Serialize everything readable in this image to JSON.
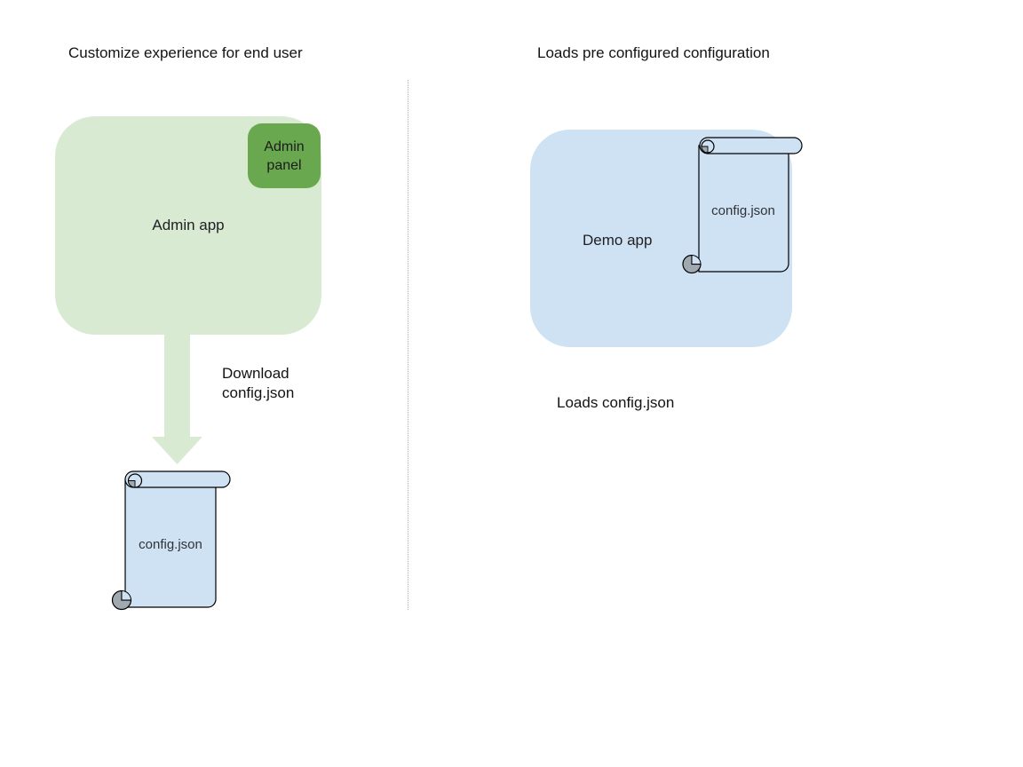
{
  "left_section": {
    "title": "Customize experience for end user",
    "admin_app": {
      "label": "Admin app",
      "fill": "#d9ead3"
    },
    "admin_panel": {
      "label": "Admin panel",
      "fill": "#6aa84f"
    },
    "download_caption_lines": [
      "Download",
      "config.json"
    ],
    "scroll": {
      "label": "config.json",
      "fill": "#cfe2f3"
    }
  },
  "right_section": {
    "title": "Loads pre configured configuration",
    "demo_app": {
      "label": "Demo app",
      "fill": "#cfe2f3"
    },
    "scroll": {
      "label": "config.json",
      "fill": "#cfe2f3"
    },
    "caption": "Loads config.json"
  },
  "colors": {
    "background": "#ffffff",
    "light_green": "#d9ead3",
    "green": "#6aa84f",
    "light_blue": "#cfe2f3",
    "scroll_outline": "#000000",
    "curl_gray": "#a0a8b0",
    "divider_gray": "#a9a9a9",
    "text_dark": "#202124"
  }
}
